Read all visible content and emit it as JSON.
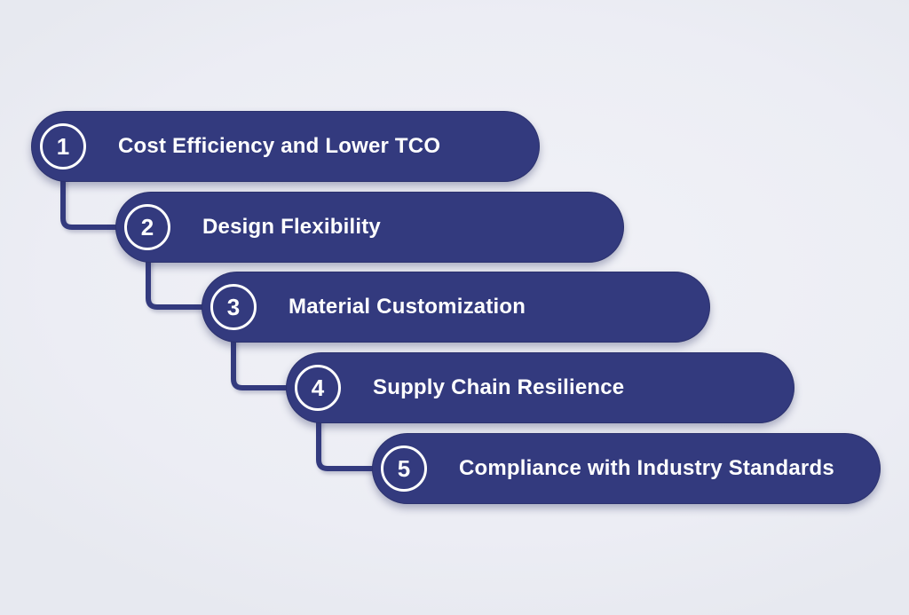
{
  "diagram": {
    "type": "numbered-step-list",
    "items": [
      {
        "number": "1",
        "label": "Cost Efficiency and Lower TCO"
      },
      {
        "number": "2",
        "label": "Design Flexibility"
      },
      {
        "number": "3",
        "label": "Material Customization"
      },
      {
        "number": "4",
        "label": "Supply Chain Resilience"
      },
      {
        "number": "5",
        "label": "Compliance with Industry Standards"
      }
    ]
  },
  "colors": {
    "pill": "#333a7e",
    "background": "#ecedf4",
    "text": "#ffffff"
  }
}
